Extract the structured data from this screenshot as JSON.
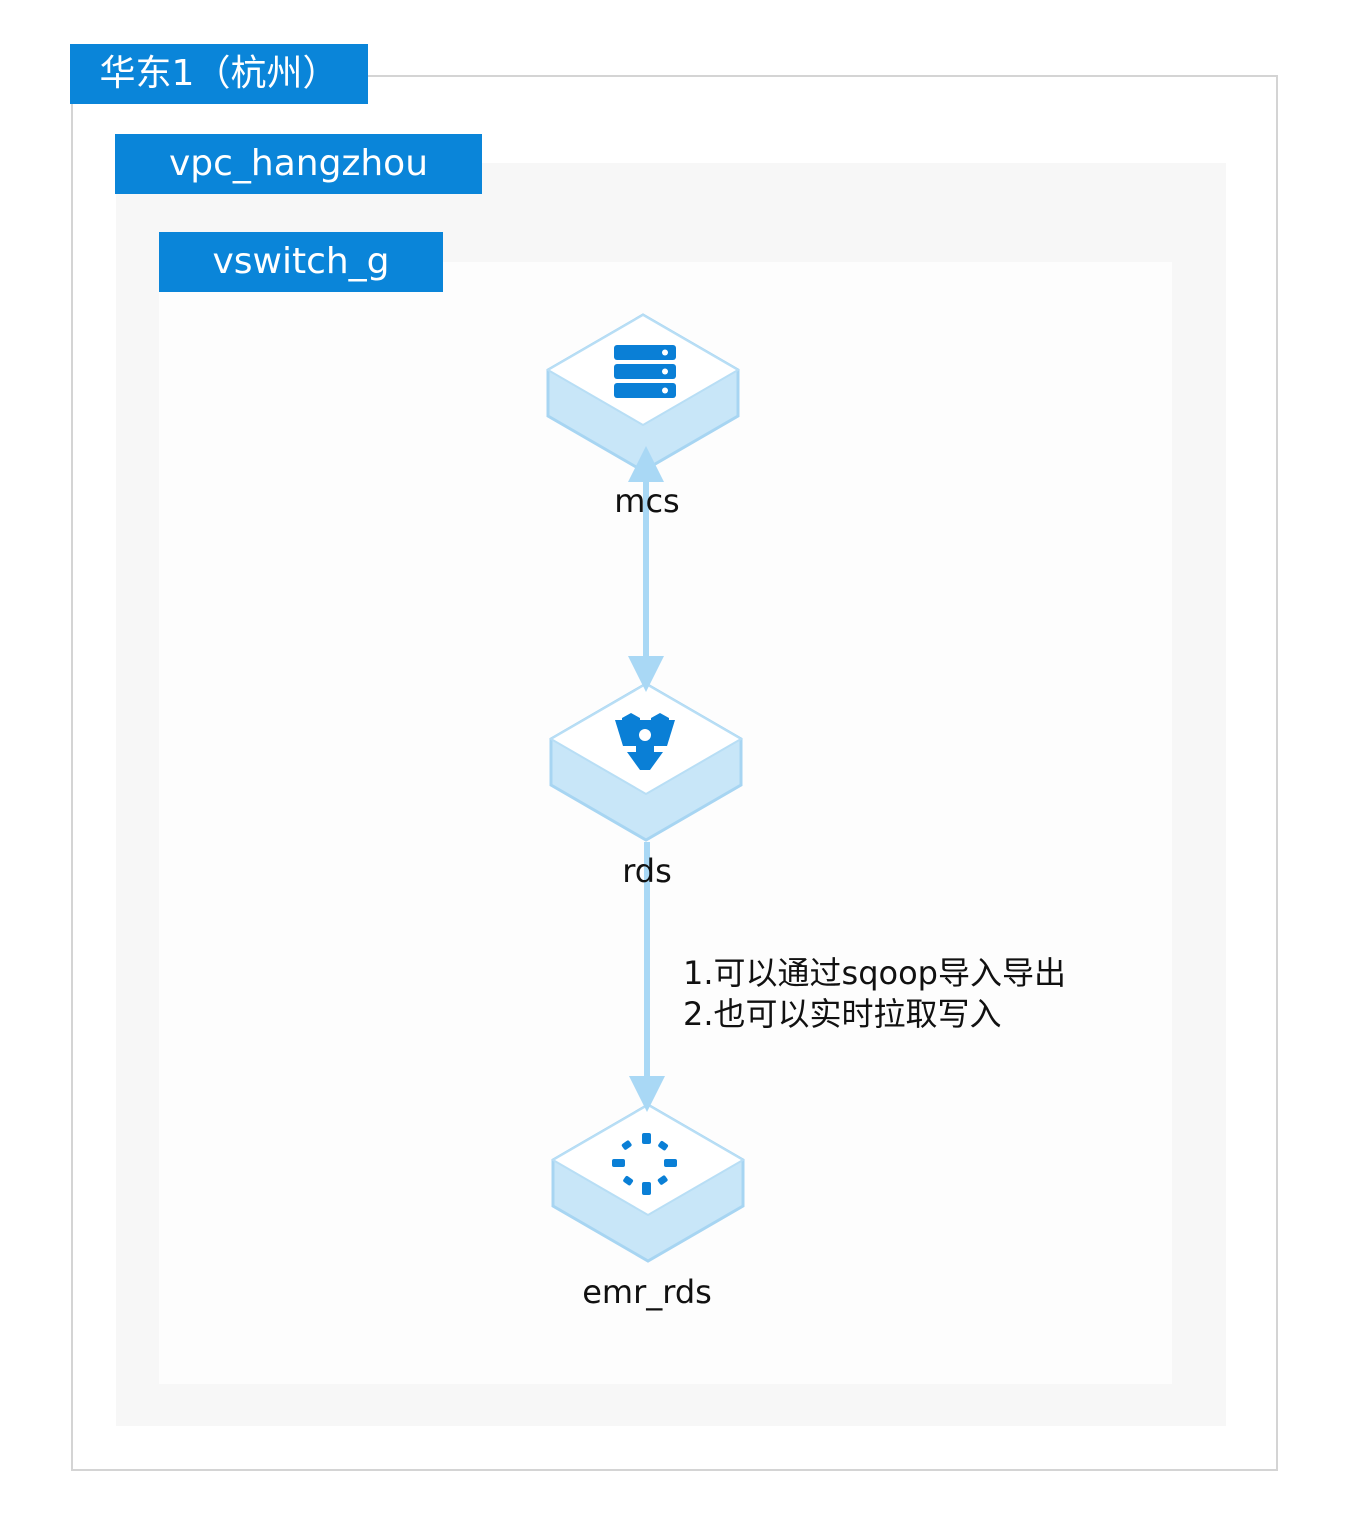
{
  "region": {
    "label": "华东1（杭州）"
  },
  "vpc": {
    "label": "vpc_hangzhou"
  },
  "vswitch": {
    "label": "vswitch_g"
  },
  "nodes": [
    {
      "id": "mcs",
      "label": "mcs",
      "icon": "server-stack-icon"
    },
    {
      "id": "rds",
      "label": "rds",
      "icon": "rds-database-icon"
    },
    {
      "id": "emr_rds",
      "label": "emr_rds",
      "icon": "emr-cluster-icon"
    }
  ],
  "edges": [
    {
      "from": "mcs",
      "to": "rds",
      "direction": "bidirectional"
    },
    {
      "from": "rds",
      "to": "emr_rds",
      "direction": "forward"
    }
  ],
  "annotation": {
    "lines": [
      "1.可以通过sqoop导入导出",
      "2.也可以实时拉取写入"
    ]
  },
  "colors": {
    "tag_bg": "#0a85d9",
    "tag_text": "#ffffff",
    "node_top": "#ffffff",
    "node_side": "#c8e6f8",
    "node_stroke": "#a7d5f2",
    "icon": "#0a7fd6",
    "connector": "#a9d8f5"
  }
}
